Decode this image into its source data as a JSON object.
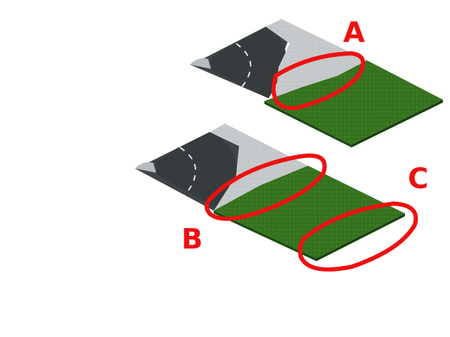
{
  "scene": {
    "description_type": "isometric-tiles",
    "tiles": [
      {
        "id": "tile-top",
        "materials": [
          "asphalt-road",
          "paving-stones",
          "grass"
        ]
      },
      {
        "id": "tile-bottom",
        "materials": [
          "asphalt-road",
          "paving-stones",
          "grass"
        ]
      }
    ]
  },
  "annotations": {
    "label_a": "A",
    "label_b": "B",
    "label_c": "C",
    "marker_color": "#ee1111"
  },
  "colors": {
    "background": "#ffffff",
    "asphalt": "#3f4446",
    "asphalt_dark": "#2d3133",
    "pavement": "#c4c7c9",
    "pavement_light": "#d6d8da",
    "curb": "#9ea2a5",
    "grass": "#2f6b1c",
    "grass_light": "#4d8f2a",
    "grass_dark": "#1d4a10",
    "lane_marking": "#e8e8e8"
  }
}
